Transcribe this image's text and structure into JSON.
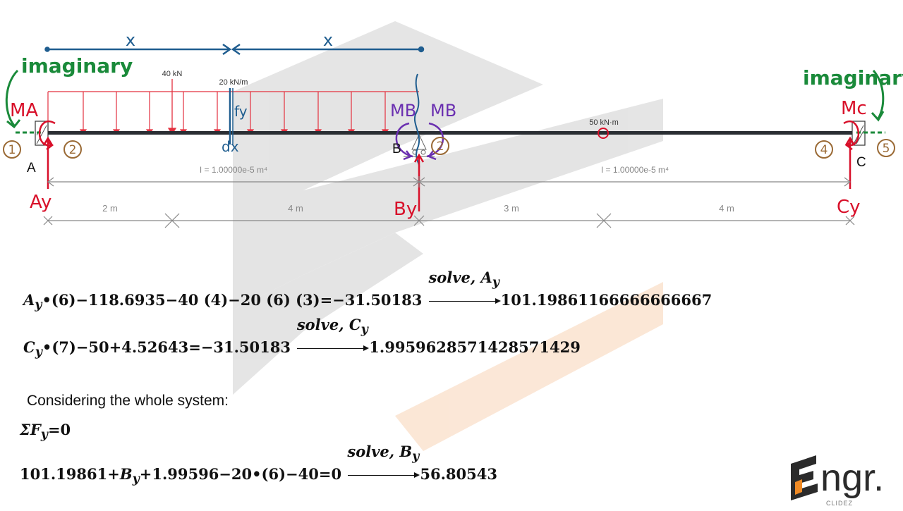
{
  "diagram": {
    "dim_top_left": "x",
    "dim_top_right": "x",
    "imaginary_left": "imaginary",
    "imaginary_right": "imaginary",
    "load_point": "40 kN",
    "load_dist": "20 kN/m",
    "moment_load": "50 kN·m",
    "label_MA": "MA",
    "label_MB_left": "MB",
    "label_MB_right": "MB",
    "label_MC": "Mc",
    "label_Ay": "Ay",
    "label_By": "By",
    "label_Cy": "Cy",
    "label_dx": "dx",
    "label_fy": "fy",
    "node_A": "A",
    "node_B": "B",
    "node_C": "C",
    "circle_1": "1",
    "circle_2a": "2",
    "circle_2b": "2",
    "circle_4": "4",
    "circle_5": "5",
    "inertia_left": "I = 1.00000e-5 m⁴",
    "inertia_right": "I = 1.00000e-5 m⁴",
    "span_1": "2 m",
    "span_2": "4 m",
    "span_3": "3 m",
    "span_4": "4 m"
  },
  "equations": {
    "eq1": {
      "lhs_suffix": "•(6)−118.6935−40 (4)−20 (6) (3)=−31.50183",
      "solve_label": "solve",
      "solve_var": "A",
      "solve_sub": "y",
      "result": "101.19861166666666667"
    },
    "eq2": {
      "lhs_suffix": "•(7)−50+4.52643=−31.50183",
      "solve_label": "solve",
      "solve_var": "C",
      "solve_sub": "y",
      "result": "1.9959628571428571429"
    },
    "considering": "Considering the whole system:",
    "sum_fy": "=0",
    "eq3": {
      "lhs_a": "101.19861+",
      "lhs_b": "+1.99596−20•(6)−40=0",
      "solve_label": "solve",
      "solve_var": "B",
      "solve_sub": "y",
      "result": "56.80543"
    }
  },
  "logo": {
    "main": "ngr.",
    "sub": "CLIDEZ"
  },
  "colors": {
    "blue": "#1f5d8f",
    "green": "#1a8a3a",
    "red": "#d8102a",
    "purple": "#6a2fb0",
    "brown": "#9a6a35",
    "beam": "#2a2e33"
  }
}
